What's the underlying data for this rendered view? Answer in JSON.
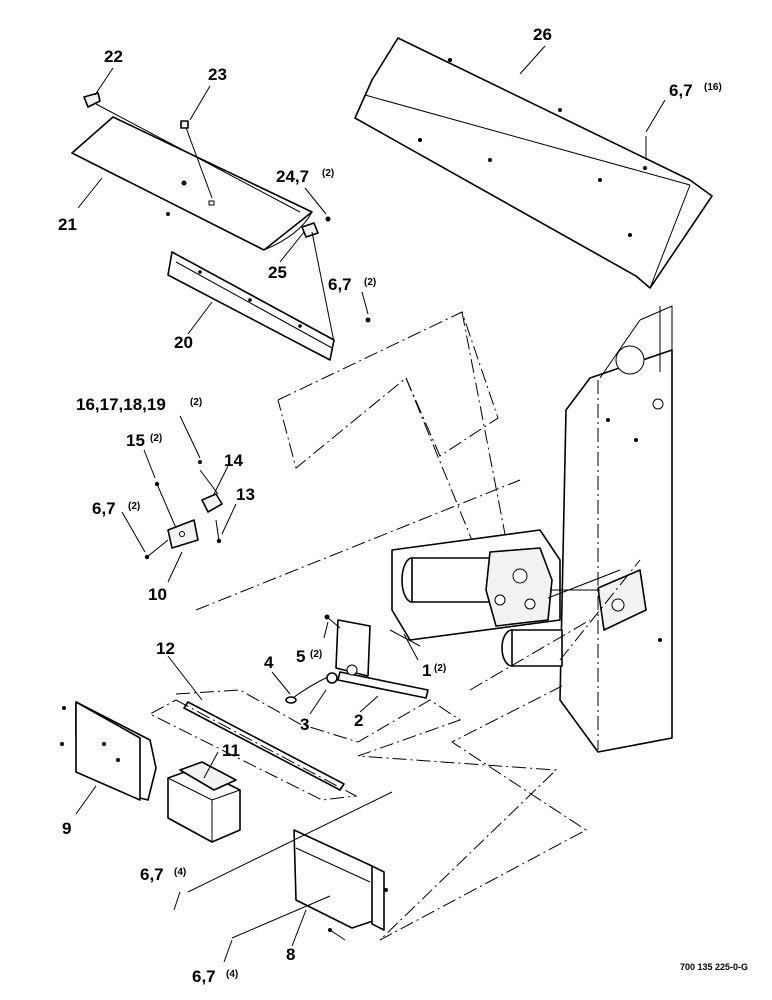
{
  "labels": {
    "l22": "22",
    "l23": "23",
    "l26": "26",
    "l67_top_right": "6,7",
    "l67_top_right_qty": "(16)",
    "l24_7": "24,7",
    "l24_7_qty": "(2)",
    "l21": "21",
    "l25": "25",
    "l67_mid": "6,7",
    "l67_mid_qty": "(2)",
    "l20": "20",
    "l16_19": "16,17,18,19",
    "l16_19_qty": "(2)",
    "l15": "15",
    "l15_qty": "(2)",
    "l14": "14",
    "l13": "13",
    "l67_left": "6,7",
    "l67_left_qty": "(2)",
    "l10": "10",
    "l12": "12",
    "l5": "5",
    "l5_qty": "(2)",
    "l1": "1",
    "l1_qty": "(2)",
    "l4": "4",
    "l3": "3",
    "l2": "2",
    "l11": "11",
    "l9": "9",
    "l67_bottom1": "6,7",
    "l67_bottom1_qty": "(4)",
    "l8": "8",
    "l67_bottom2": "6,7",
    "l67_bottom2_qty": "(4)"
  },
  "drawing_code": "700 135 225-0-G"
}
